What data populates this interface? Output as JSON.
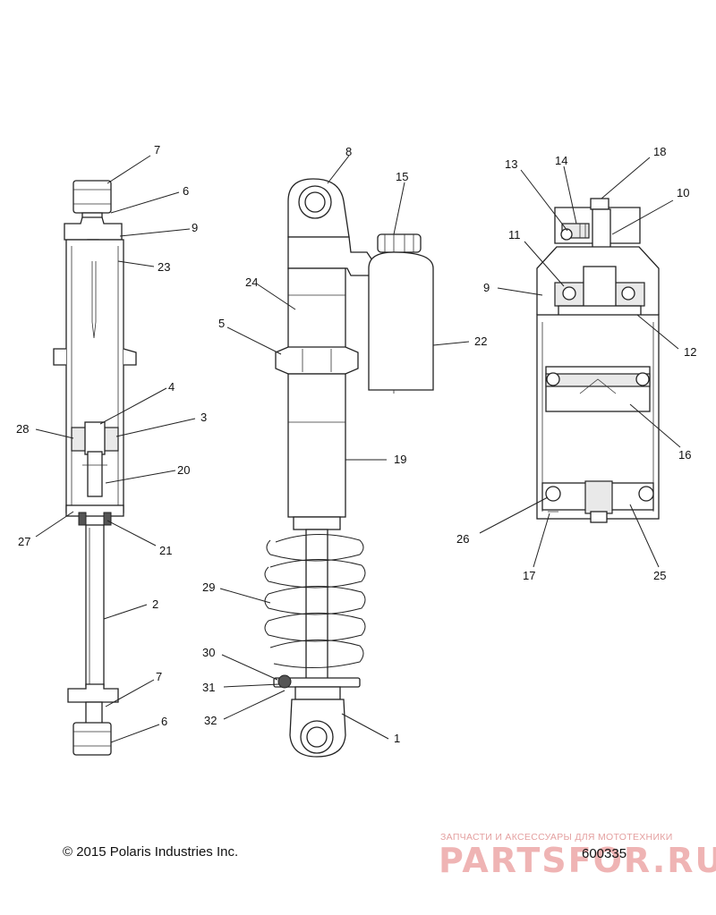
{
  "copyright": "© 2015 Polaris Industries Inc.",
  "figure_number": "600335",
  "watermark": {
    "subtitle": "ЗАПЧАСТИ И АКСЕССУАРЫ ДЛЯ МОТОТЕХНИКИ",
    "brand": "PARTSFOR.RU"
  },
  "callouts": {
    "c7a": "7",
    "c6a": "6",
    "c9a": "9",
    "c23": "23",
    "c4": "4",
    "c3": "3",
    "c28": "28",
    "c20": "20",
    "c27": "27",
    "c21": "21",
    "c2": "2",
    "c7b": "7",
    "c6b": "6",
    "c8": "8",
    "c15": "15",
    "c24": "24",
    "c5": "5",
    "c22": "22",
    "c19": "19",
    "c29": "29",
    "c30": "30",
    "c31": "31",
    "c32": "32",
    "c1": "1",
    "c13": "13",
    "c14": "14",
    "c18": "18",
    "c10": "10",
    "c11": "11",
    "c9b": "9",
    "c12": "12",
    "c16": "16",
    "c26": "26",
    "c17": "17",
    "c25": "25"
  }
}
